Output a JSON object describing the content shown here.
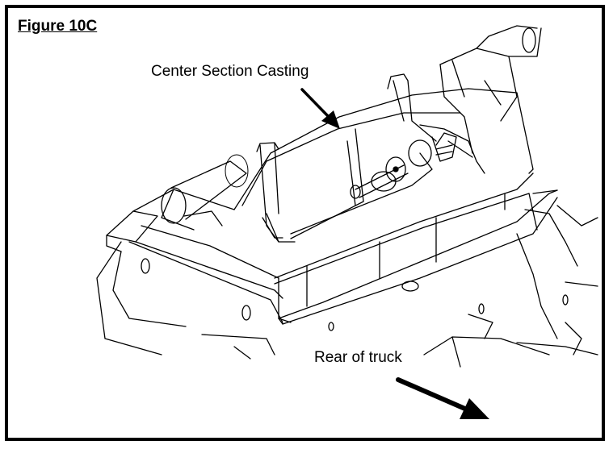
{
  "figure": {
    "title": "Figure 10C",
    "callouts": {
      "center_section": "Center Section Casting",
      "rear_of_truck": "Rear of truck"
    }
  },
  "colors": {
    "line": "#000000",
    "background": "#ffffff"
  }
}
